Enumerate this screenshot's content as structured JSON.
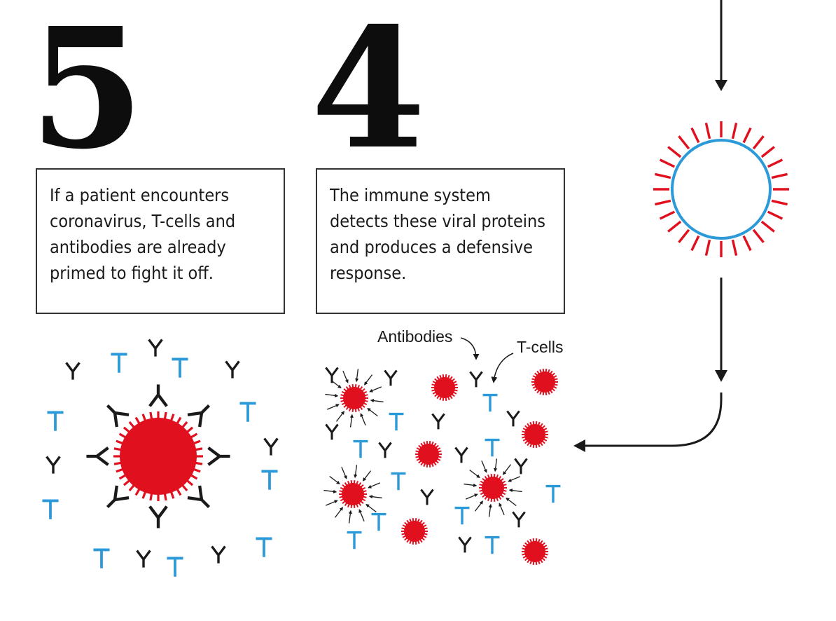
{
  "steps": [
    {
      "number": "5",
      "text": "If a patient encounters coronavirus, T-cells and antibodies are already primed to fight it off."
    },
    {
      "number": "4",
      "text": "The immune system detects these viral proteins and produces a defensive response."
    }
  ],
  "labels": {
    "antibodies": "Antibodies",
    "tcells": "T-cells"
  },
  "colors": {
    "virus": "#e0101e",
    "tcell": "#2c9ad8",
    "antibody": "#1a1a1a",
    "membrane": "#2c9ad8",
    "spike": "#e0101e"
  }
}
